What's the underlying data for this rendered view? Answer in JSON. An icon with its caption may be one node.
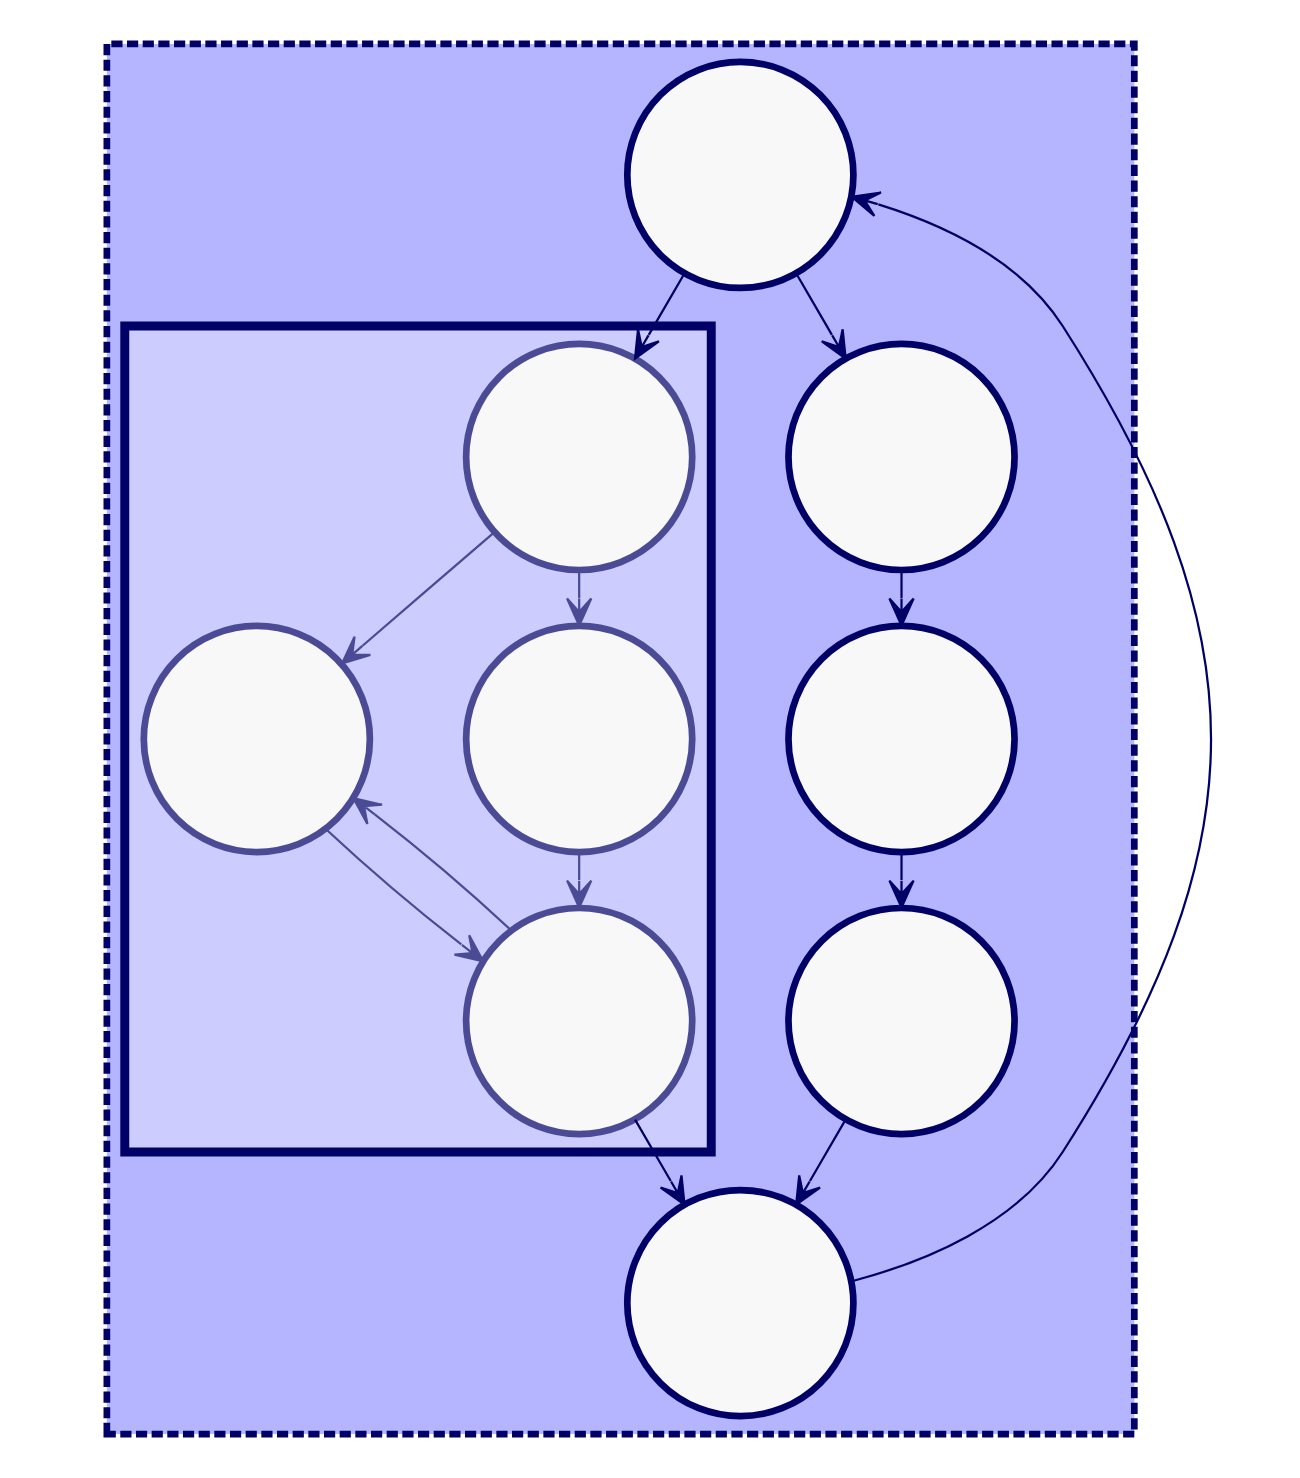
{
  "diagram": {
    "nodes": [
      {
        "text": [],
        "shape": "box"
      },
      {
        "text": [],
        "shape": "circle",
        "in": 0
      },
      {
        "text": [],
        "shape": "box",
        "in": 0
      },
      {
        "text": [],
        "shape": "circle",
        "in": 2
      },
      {
        "text": [],
        "shape": "circle",
        "in": 2
      },
      {
        "text": [],
        "shape": "circle",
        "in": 2
      },
      {
        "text": [],
        "shape": "circle",
        "in": 2
      },
      {
        "text": [],
        "shape": "circle",
        "in": 0
      },
      {
        "text": [],
        "shape": "circle",
        "in": 0
      },
      {
        "text": [],
        "shape": "circle",
        "in": 0
      },
      {
        "text": [],
        "shape": "circle",
        "in": 0
      }
    ],
    "edges": [
      {
        "from": 1,
        "to": 3,
        "arrow": "to"
      },
      {
        "from": 1,
        "to": 7,
        "arrow": "to"
      },
      {
        "from": 3,
        "to": 4,
        "arrow": "to",
        "color": "#4b4b95"
      },
      {
        "from": 3,
        "to": 5,
        "arrow": "to",
        "color": "#4b4b95"
      },
      {
        "from": 4,
        "to": 6,
        "arrow": "to",
        "color": "#4b4b95"
      },
      {
        "from": 5,
        "to": 6,
        "arrow": "to",
        "color": "#4b4b95"
      },
      {
        "from": 6,
        "to": 4,
        "arrow": "to",
        "color": "#4b4b95"
      },
      {
        "from": 7,
        "to": 8,
        "arrow": "to"
      },
      {
        "from": 8,
        "to": 9,
        "arrow": "to"
      },
      {
        "from": 9,
        "to": 10,
        "arrow": "to"
      },
      {
        "from": 6,
        "to": 10,
        "arrow": "to"
      },
      {
        "from": 10,
        "to": 1,
        "arrow": "to"
      }
    ]
  }
}
